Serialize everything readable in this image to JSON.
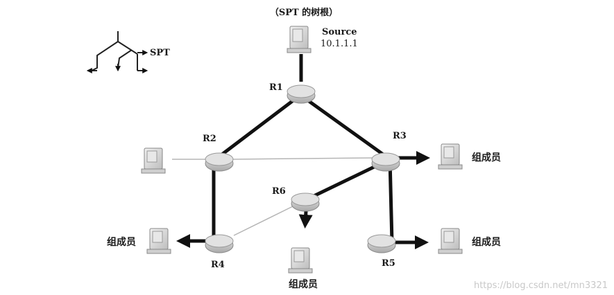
{
  "title": "（SPT 的树根）",
  "source": {
    "name": "Source",
    "ip": "10.1.1.1"
  },
  "legend": {
    "label": "SPT"
  },
  "routers": {
    "r1": "R1",
    "r2": "R2",
    "r3": "R3",
    "r4": "R4",
    "r5": "R5",
    "r6": "R6"
  },
  "members": {
    "r3_member": "组成员",
    "r4_member": "组成员",
    "r5_member": "组成员",
    "r6_member": "组成员"
  },
  "watermark": "https://blog.csdn.net/mn3321",
  "colors": {
    "tree": "#111111",
    "link": "#b5b5b5",
    "router": "#cfcfcf"
  }
}
